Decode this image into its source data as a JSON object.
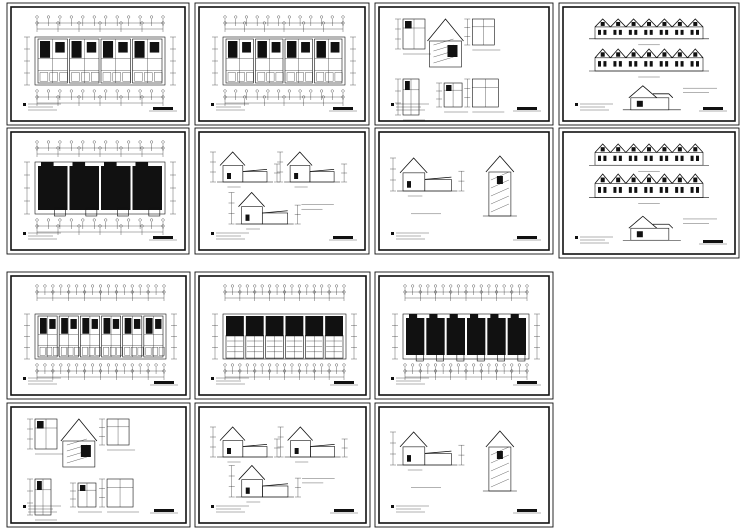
{
  "page": {
    "background": "#ffffff",
    "line_color": "#111111"
  },
  "sheets": [
    {
      "id": "s1",
      "kind": "plan-light"
    },
    {
      "id": "s2",
      "kind": "plan-light"
    },
    {
      "id": "s3",
      "kind": "details"
    },
    {
      "id": "s4",
      "kind": "elevations"
    },
    {
      "id": "s5",
      "kind": "plan-dark"
    },
    {
      "id": "s6",
      "kind": "sections"
    },
    {
      "id": "s7",
      "kind": "section-detail"
    },
    {
      "id": "s8",
      "kind": "elevations"
    },
    {
      "id": "s9",
      "kind": "plan-light-wide"
    },
    {
      "id": "s10",
      "kind": "plan-mixed-wide"
    },
    {
      "id": "s11",
      "kind": "plan-dark-wide"
    },
    {
      "id": "s12",
      "kind": "details"
    },
    {
      "id": "s13",
      "kind": "sections"
    },
    {
      "id": "s14",
      "kind": "section-detail"
    }
  ]
}
